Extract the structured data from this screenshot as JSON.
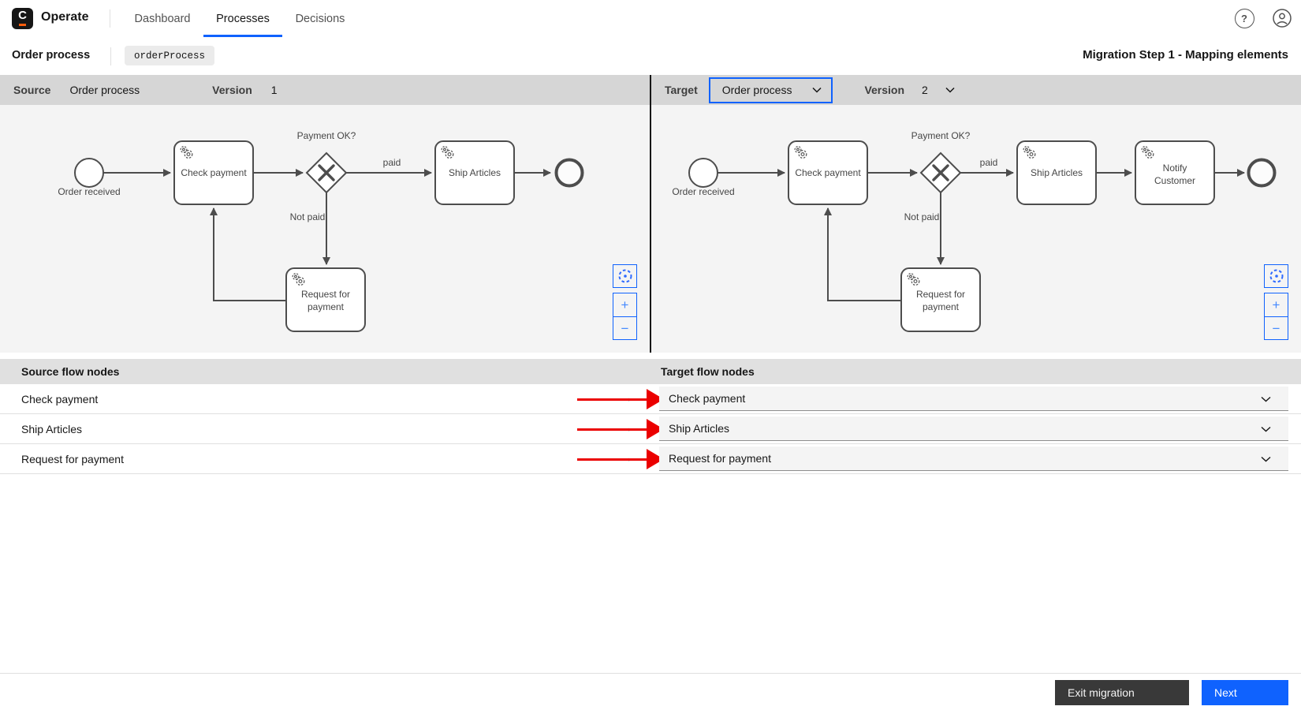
{
  "nav": {
    "logo_letter": "C",
    "app_name": "Operate",
    "tabs": [
      {
        "label": "Dashboard",
        "active": false
      },
      {
        "label": "Processes",
        "active": true
      },
      {
        "label": "Decisions",
        "active": false
      }
    ],
    "help_glyph": "?"
  },
  "header": {
    "process_name": "Order process",
    "process_id_badge": "orderProcess",
    "migration_title": "Migration Step 1 - Mapping elements"
  },
  "source_panel": {
    "label": "Source",
    "process_name": "Order process",
    "version_label": "Version",
    "version": "1"
  },
  "target_panel": {
    "label": "Target",
    "process_dropdown_value": "Order process",
    "version_label": "Version",
    "version_dropdown_value": "2"
  },
  "diagram_labels": {
    "start_event": "Order received",
    "check_payment": "Check payment",
    "gateway_question": "Payment OK?",
    "paid": "paid",
    "not_paid": "Not paid",
    "ship_articles": "Ship Articles",
    "request_for_payment": [
      "Request for",
      "payment"
    ],
    "notify_customer": [
      "Notify",
      "Customer"
    ]
  },
  "diagram_controls": {
    "zoom_in": "+",
    "zoom_out": "−"
  },
  "mapping_table": {
    "source_header": "Source flow nodes",
    "target_header": "Target flow nodes",
    "arrow_glyph": "→",
    "rows": [
      {
        "source": "Check payment",
        "target": "Check payment"
      },
      {
        "source": "Ship Articles",
        "target": "Ship Articles"
      },
      {
        "source": "Request for payment",
        "target": "Request for payment"
      }
    ]
  },
  "footer": {
    "exit_button": "Exit migration",
    "next_button": "Next"
  },
  "colors": {
    "accent_blue": "#0f62fe",
    "annotation_red": "#eb0000",
    "dark_button": "#393939",
    "logo_orange": "#fc5d0d",
    "panel_header_bg": "#d6d6d6",
    "table_header_bg": "#e0e0e0",
    "diagram_bg": "#f4f4f4"
  }
}
